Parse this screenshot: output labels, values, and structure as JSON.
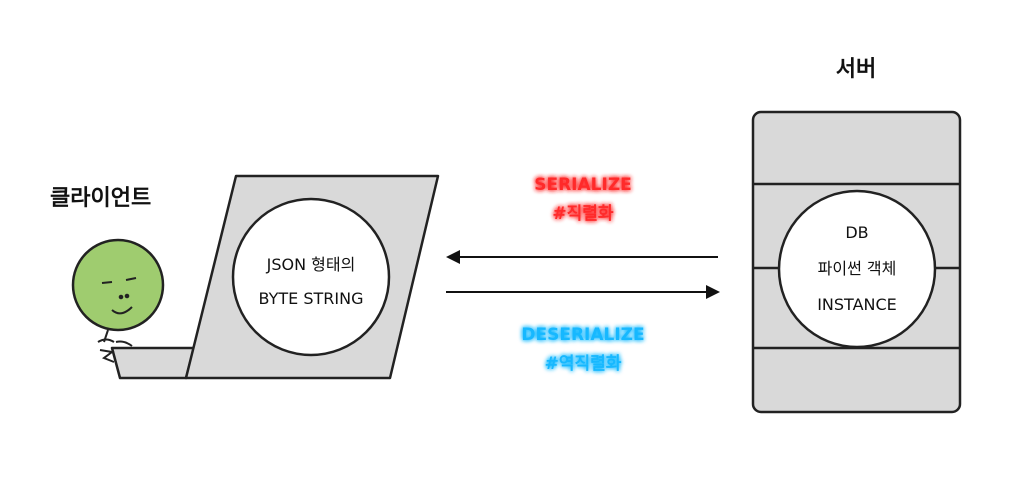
{
  "client": {
    "title": "클라이언트",
    "screen_text": [
      "JSON 형태의",
      "BYTE STRING"
    ]
  },
  "server": {
    "title": "서버",
    "db_text": [
      "DB",
      "파이썬 객체",
      "INSTANCE"
    ]
  },
  "serialize": {
    "label": "SERIALIZE",
    "tag": "#직렬화",
    "color": "#ff2a2a",
    "direction": "server-to-client"
  },
  "deserialize": {
    "label": "DESERIALIZE",
    "tag": "#역직렬화",
    "color": "#19b8ff",
    "direction": "client-to-server"
  },
  "colors": {
    "panel_fill": "#d9d9d9",
    "stroke": "#222222",
    "face_fill": "#9fcc6f"
  },
  "icons": [
    "stick-figure-person",
    "laptop",
    "server-rack"
  ]
}
